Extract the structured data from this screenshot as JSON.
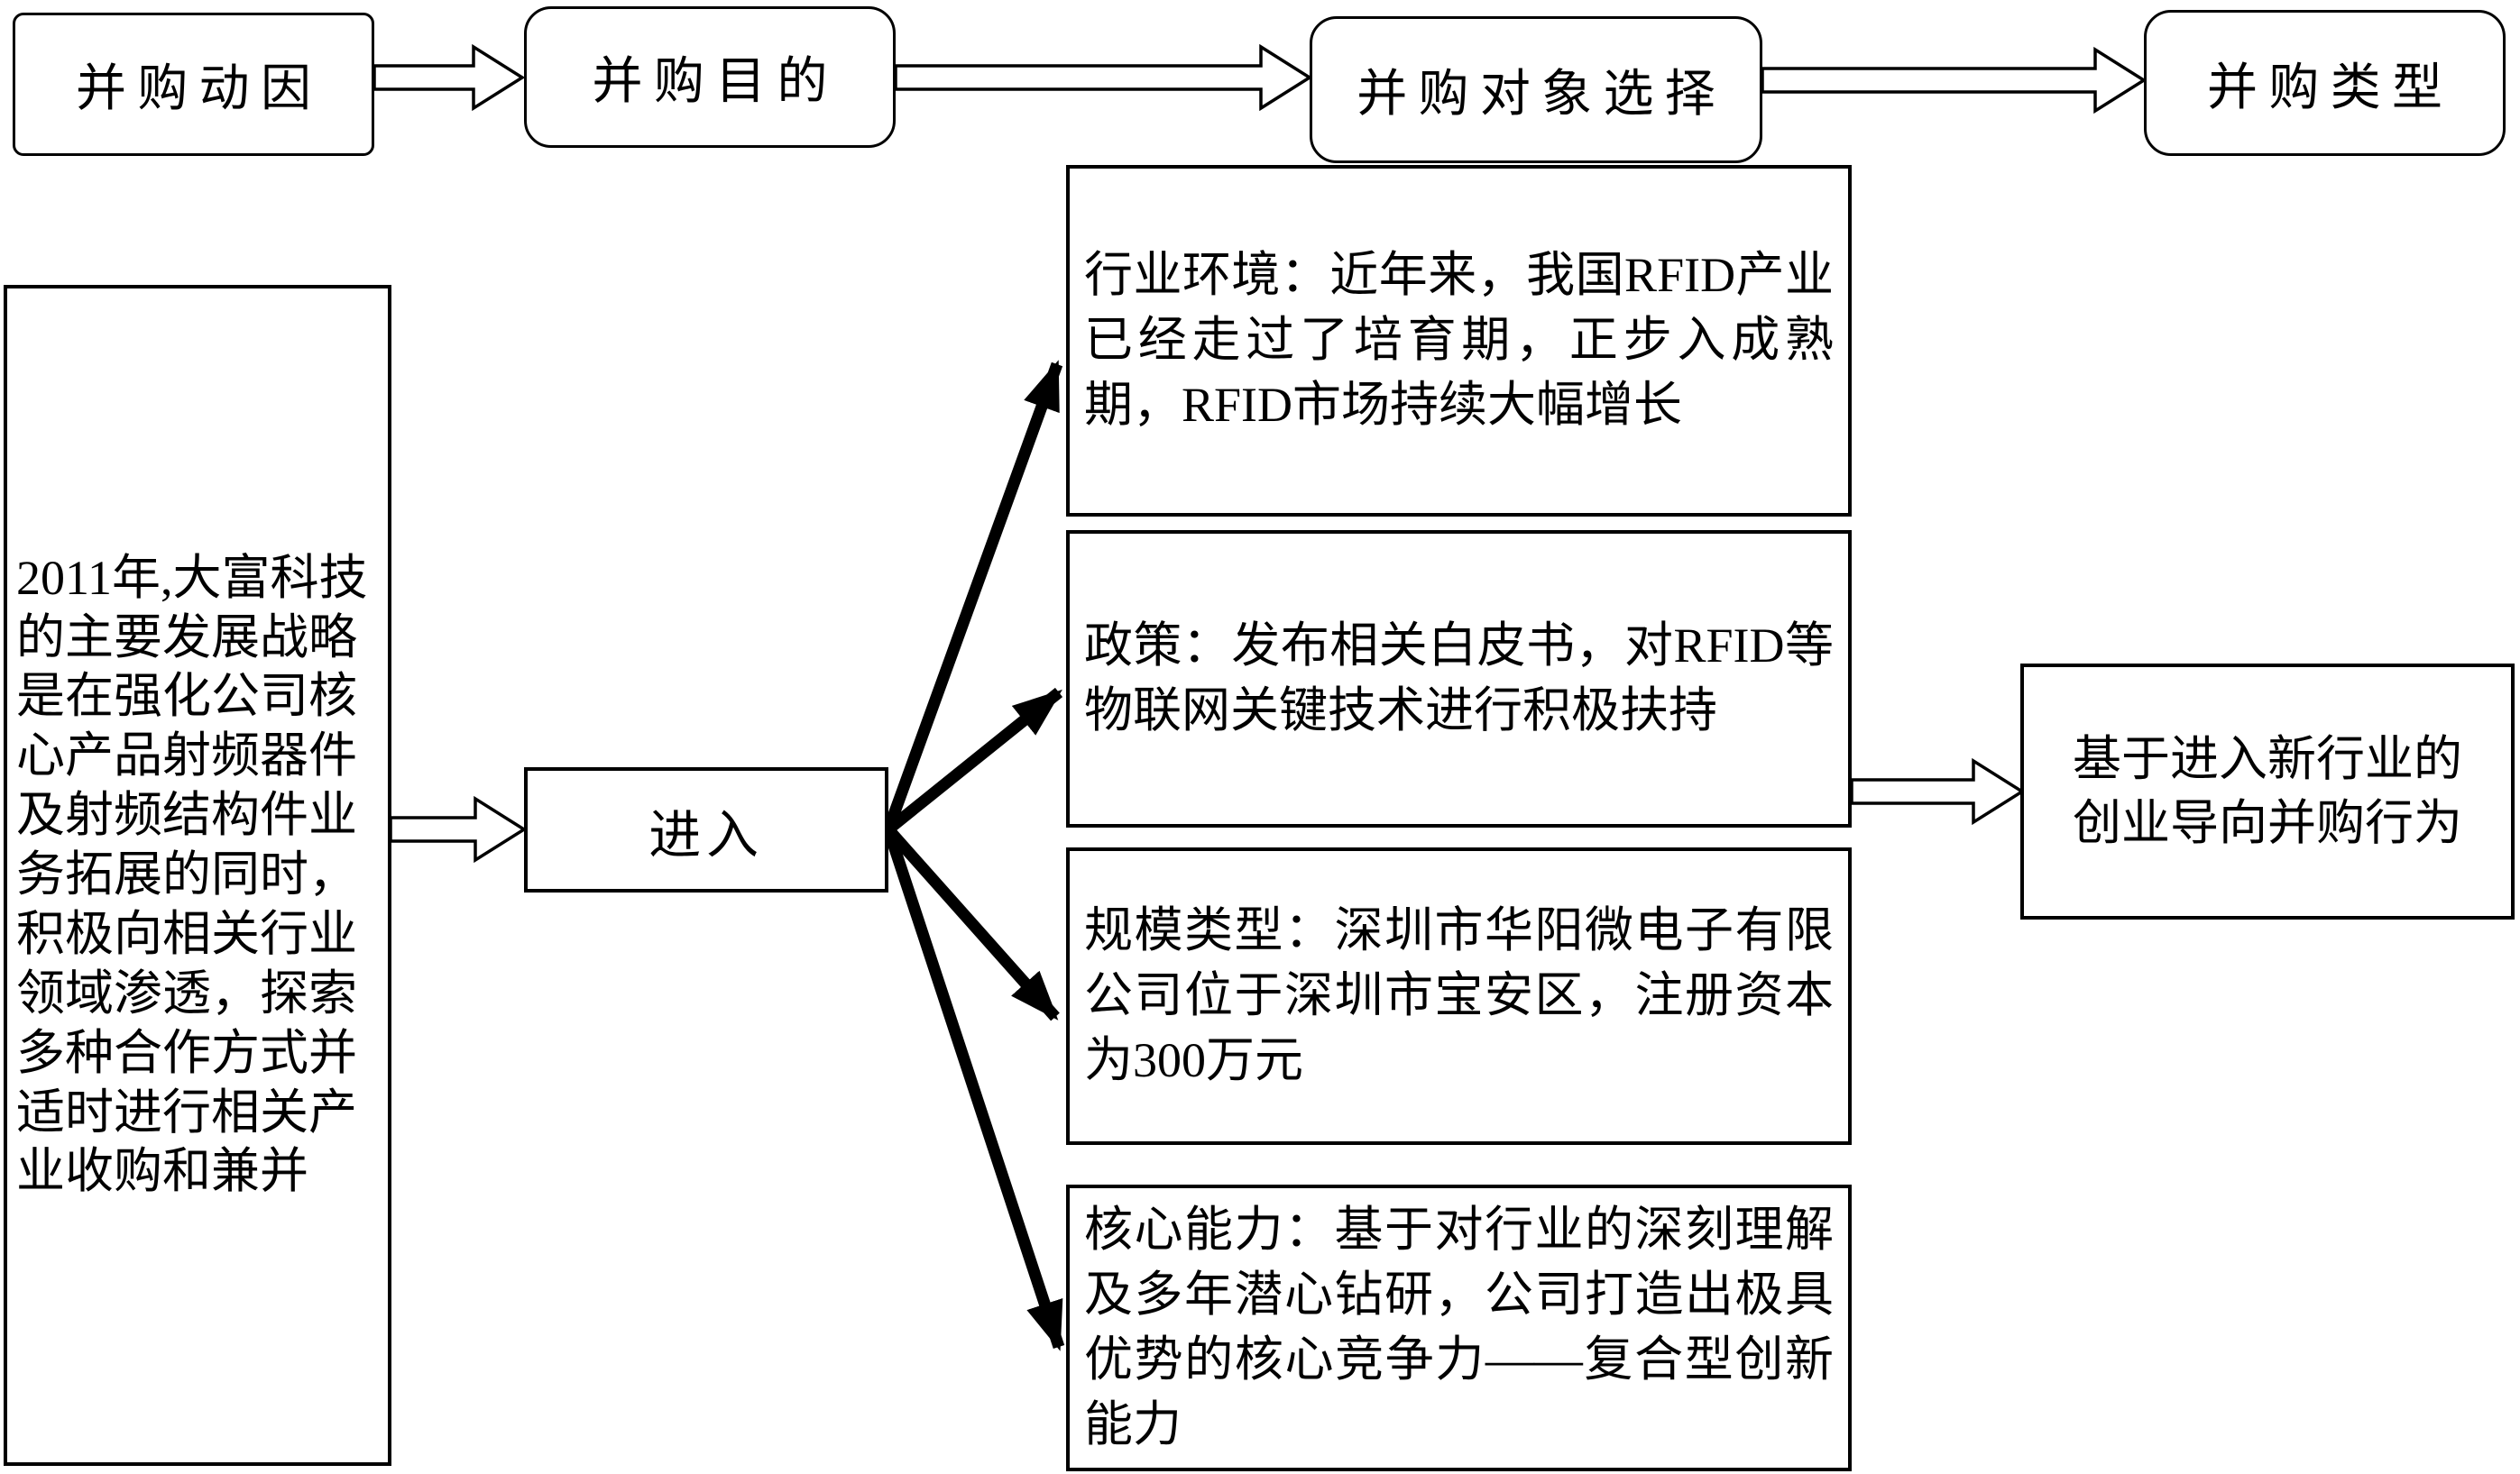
{
  "colors": {
    "border": "#000000",
    "fill": "#ffffff",
    "text": "#000000"
  },
  "top_row": [
    {
      "label": "并购动因"
    },
    {
      "label": "并购目的"
    },
    {
      "label": "并购对象选择"
    },
    {
      "label": "并购类型"
    }
  ],
  "left_box": {
    "text": "2011年,大富科技的主要发展战略是在强化公司核心产品射频器件及射频结构件业务拓展的同时，积极向相关行业领域渗透，探索多种合作方式并适时进行相关产业收购和兼并"
  },
  "entry_box": {
    "label": "进入"
  },
  "factor_boxes": [
    {
      "text": "行业环境：近年来，我国RFID产业已经走过了培育期，正步入成熟期，RFID市场持续大幅增长"
    },
    {
      "text": "政策：发布相关白皮书，对RFID等物联网关键技术进行积极扶持"
    },
    {
      "text": "规模类型：深圳市华阳微电子有限公司位于深圳市宝安区，注册资本为300万元"
    },
    {
      "text": "核心能力：基于对行业的深刻理解及多年潜心钻研，公司打造出极具优势的核心竞争力——复合型创新能力"
    }
  ],
  "result_box": {
    "lines": [
      "基于进入新行业的",
      "创业导向并购行为"
    ]
  }
}
